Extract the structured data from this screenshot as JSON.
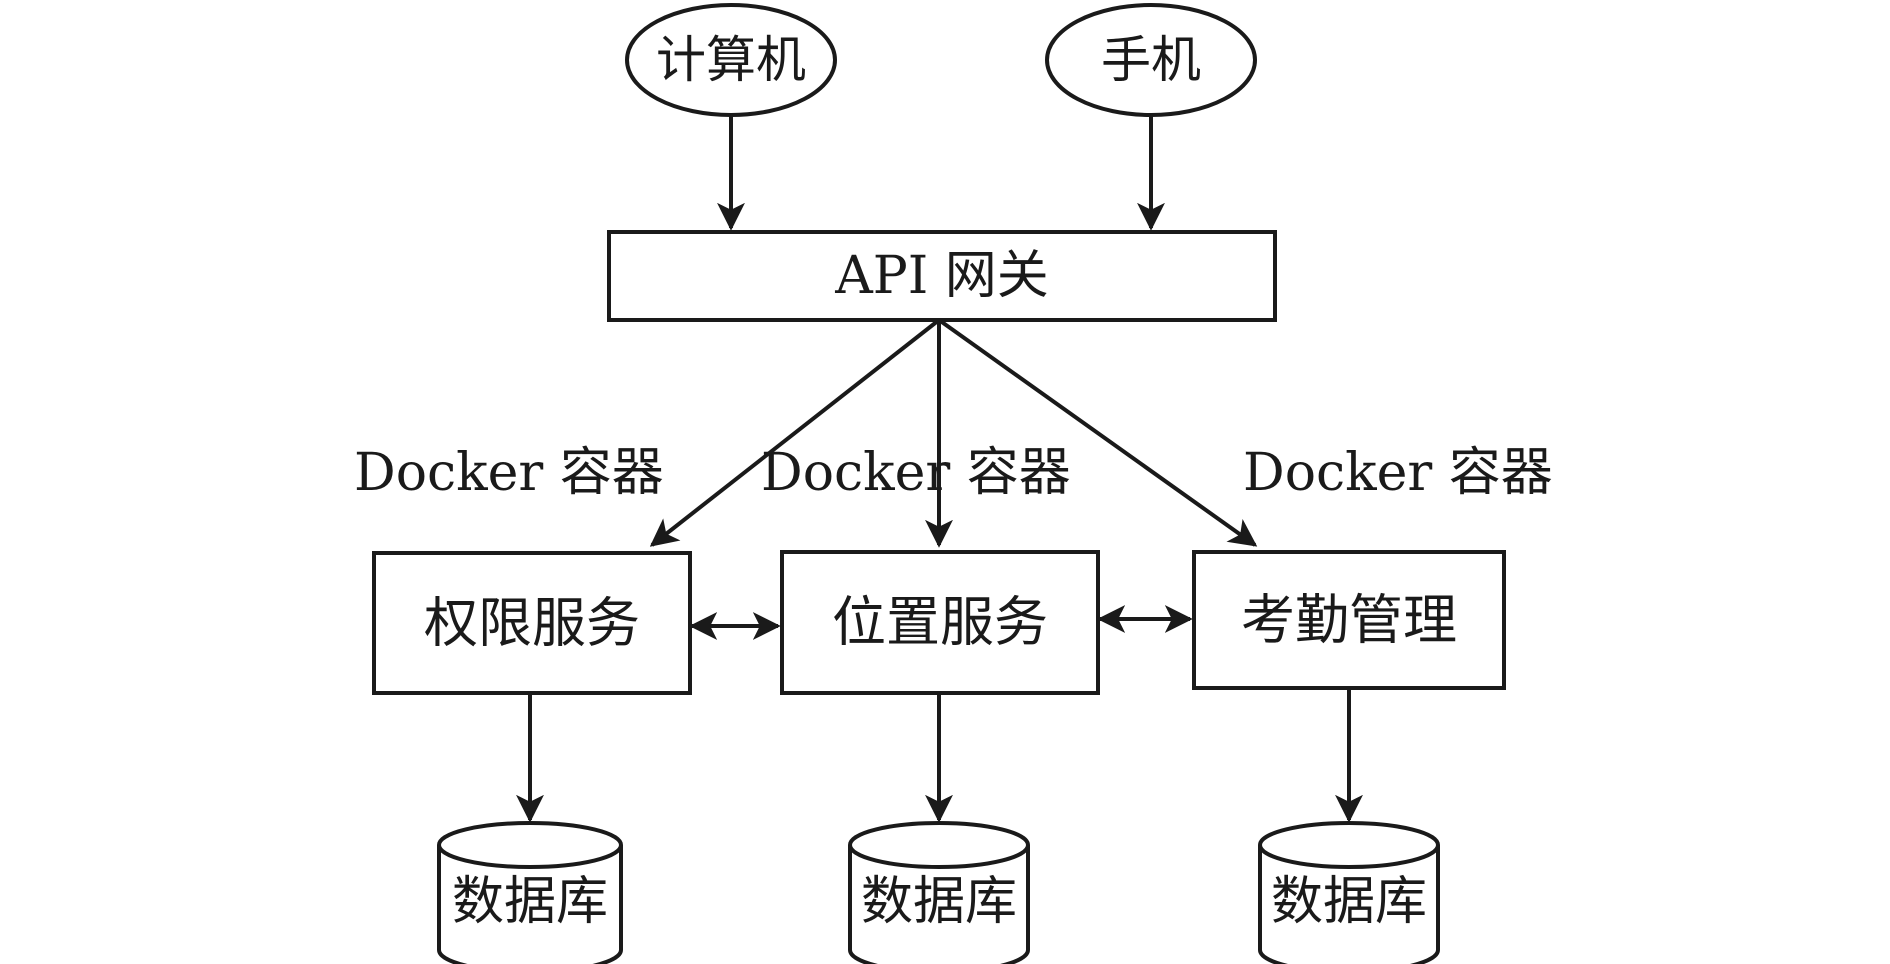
{
  "clients": [
    {
      "id": "computer",
      "label": "计算机"
    },
    {
      "id": "phone",
      "label": "手机"
    }
  ],
  "gateway": {
    "label": "API 网关"
  },
  "containers": [
    {
      "id": "auth",
      "container_label": "Docker 容器",
      "service": "权限服务",
      "database": "数据库"
    },
    {
      "id": "location",
      "container_label": "Docker 容器",
      "service": "位置服务",
      "database": "数据库"
    },
    {
      "id": "attendance",
      "container_label": "Docker 容器",
      "service": "考勤管理",
      "database": "数据库"
    }
  ],
  "connections": [
    {
      "from": "computer",
      "to": "gateway",
      "type": "arrow"
    },
    {
      "from": "phone",
      "to": "gateway",
      "type": "arrow"
    },
    {
      "from": "gateway",
      "to": "auth",
      "type": "arrow"
    },
    {
      "from": "gateway",
      "to": "location",
      "type": "arrow"
    },
    {
      "from": "gateway",
      "to": "attendance",
      "type": "arrow"
    },
    {
      "from": "auth",
      "to": "location",
      "type": "bidirectional"
    },
    {
      "from": "location",
      "to": "attendance",
      "type": "bidirectional"
    },
    {
      "from": "auth",
      "to": "auth-db",
      "type": "arrow"
    },
    {
      "from": "location",
      "to": "location-db",
      "type": "arrow"
    },
    {
      "from": "attendance",
      "to": "attendance-db",
      "type": "arrow"
    }
  ],
  "colors": {
    "line": "#1a1a1a",
    "background": "#ffffff"
  }
}
